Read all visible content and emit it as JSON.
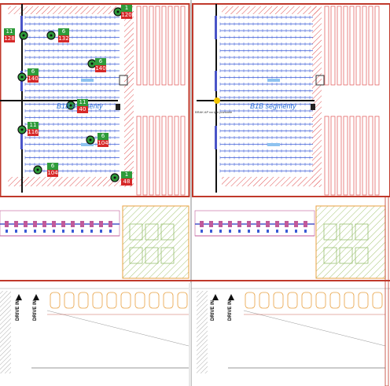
{
  "segments": {
    "left_label": "B1B segmenty",
    "right_label": "B1B segmenty"
  },
  "ap_note": "BRAK AP na tym poziomie",
  "drive_labels": [
    "DRIVE IN",
    "DRIVE IN",
    "DRIVE IN",
    "DRIVE IN"
  ],
  "markers": [
    {
      "top": "1",
      "bottom": "120"
    },
    {
      "top": "11",
      "bottom": "128"
    },
    {
      "top": "6",
      "bottom": "132"
    },
    {
      "top": "6",
      "bottom": "140"
    },
    {
      "top": "6",
      "bottom": "140"
    },
    {
      "top": "11",
      "bottom": "40"
    },
    {
      "top": "6",
      "bottom": "104"
    },
    {
      "top": "11",
      "bottom": "116"
    },
    {
      "top": "6",
      "bottom": "104"
    },
    {
      "top": "1",
      "bottom": "48"
    }
  ],
  "colors": {
    "hatch": "#e05050",
    "marker_green": "#2e9b3a",
    "marker_red": "#d62828",
    "rack_blue": "#3b5bd6",
    "zone_orange": "#e8a040",
    "wall": "#c0392b"
  }
}
